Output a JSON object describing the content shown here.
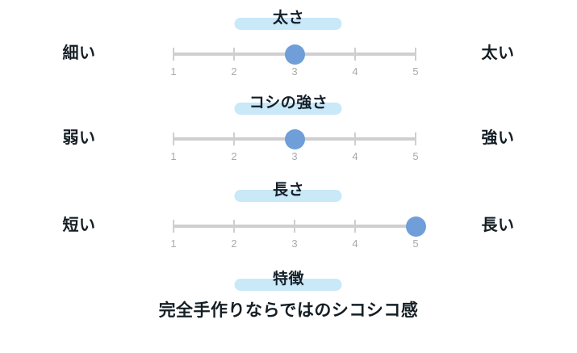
{
  "card": {
    "background_color": "#ffffff",
    "accent_highlight_color": "#c9e8f8",
    "marker_color": "#6f9ed8",
    "track_color": "#cfcfcf",
    "tick_label_color": "#aaaaaa",
    "text_color": "#141e24"
  },
  "scale": {
    "min": 1,
    "max": 5,
    "tick_labels": [
      "1",
      "2",
      "3",
      "4",
      "5"
    ]
  },
  "rows": [
    {
      "heading": "太さ",
      "left_label": "細い",
      "right_label": "太い",
      "value": 3
    },
    {
      "heading": "コシの強さ",
      "left_label": "弱い",
      "right_label": "強い",
      "value": 3
    },
    {
      "heading": "長さ",
      "left_label": "短い",
      "right_label": "長い",
      "value": 5
    }
  ],
  "feature": {
    "heading": "特徴",
    "description": "完全手作りならではのシコシコ感"
  },
  "chart_data": {
    "type": "bar",
    "title": "",
    "categories": [
      "太さ",
      "コシの強さ",
      "長さ"
    ],
    "values": [
      3,
      3,
      5
    ],
    "xlabel": "",
    "ylabel": "",
    "ylim": [
      1,
      5
    ],
    "tick_labels": [
      "1",
      "2",
      "3",
      "4",
      "5"
    ],
    "endpoint_labels": [
      {
        "low": "細い",
        "high": "太い"
      },
      {
        "low": "弱い",
        "high": "強い"
      },
      {
        "low": "短い",
        "high": "長い"
      }
    ],
    "grid": false,
    "legend": "none",
    "annotations": [
      "完全手作りならではのシコシコ感"
    ]
  }
}
